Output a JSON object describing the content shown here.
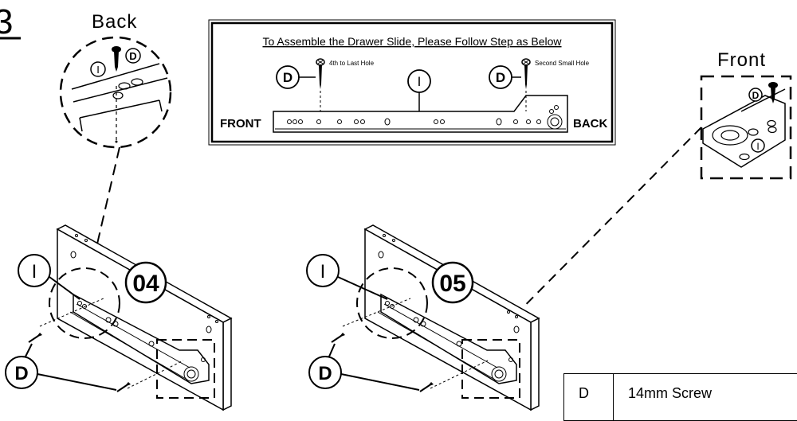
{
  "step_number": "3",
  "instruction_box": {
    "title": "To Assemble the Drawer Slide, Please Follow Step as Below",
    "front_label": "FRONT",
    "back_label": "BACK",
    "screw_left_note": "4th to Last Hole",
    "screw_right_note": "Second Small Hole",
    "screw_label": "D",
    "slide_label": "I"
  },
  "detail_back": {
    "title": "Back",
    "part_i": "I",
    "part_d": "D"
  },
  "detail_front": {
    "title": "Front",
    "part_i": "I",
    "part_d": "D"
  },
  "panel_left": {
    "step": "04",
    "part_i": "I",
    "part_d": "D"
  },
  "panel_right": {
    "step": "05",
    "part_i": "I",
    "part_d": "D"
  },
  "parts_legend": {
    "id": "D",
    "description": "14mm Screw"
  }
}
